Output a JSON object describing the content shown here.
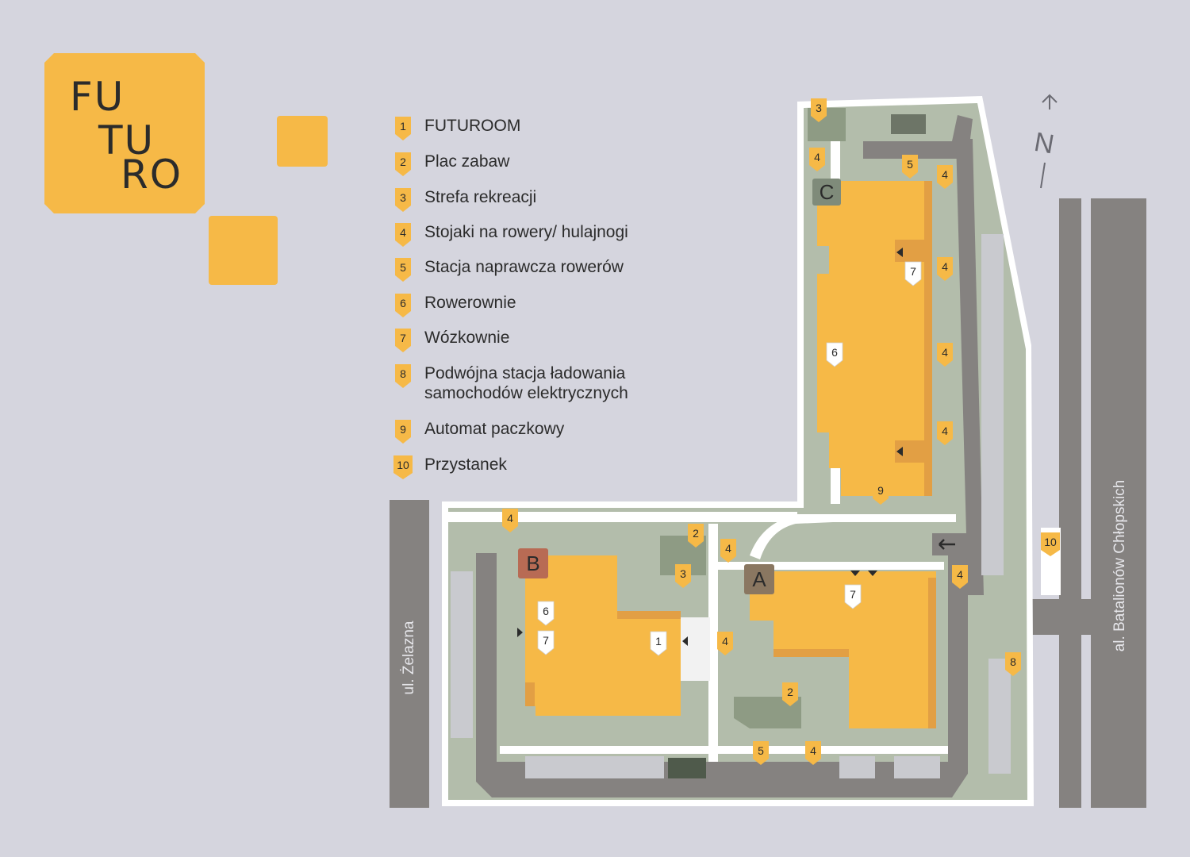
{
  "logo": {
    "lines": [
      "FU",
      "TU",
      "RO"
    ]
  },
  "legend": [
    {
      "num": "1",
      "label": "FUTUROOM"
    },
    {
      "num": "2",
      "label": "Plac zabaw"
    },
    {
      "num": "3",
      "label": "Strefa rekreacji"
    },
    {
      "num": "4",
      "label": "Stojaki na rowery/ hulajnogi"
    },
    {
      "num": "5",
      "label": "Stacja naprawcza rowerów"
    },
    {
      "num": "6",
      "label": "Rowerownie"
    },
    {
      "num": "7",
      "label": "Wózkownie"
    },
    {
      "num": "8",
      "label": "Podwójna stacja ładowania\nsamochodów elektrycznych"
    },
    {
      "num": "9",
      "label": "Automat paczkowy"
    },
    {
      "num": "10",
      "label": "Przystanek"
    }
  ],
  "roads": {
    "left": "ul. Żelazna",
    "right": "al. Batalionów Chłopskich"
  },
  "compass": {
    "letter": "N"
  },
  "buildings": [
    {
      "id": "A",
      "color": "#8a7761"
    },
    {
      "id": "B",
      "color": "#b86b54"
    },
    {
      "id": "C",
      "color": "#7f8b7a"
    }
  ],
  "map_pins": [
    {
      "num": "3",
      "style": "yellow"
    },
    {
      "num": "4",
      "style": "yellow"
    },
    {
      "num": "5",
      "style": "yellow"
    },
    {
      "num": "4",
      "style": "yellow"
    },
    {
      "num": "4",
      "style": "yellow"
    },
    {
      "num": "7",
      "style": "white"
    },
    {
      "num": "6",
      "style": "white"
    },
    {
      "num": "4",
      "style": "yellow"
    },
    {
      "num": "4",
      "style": "yellow"
    },
    {
      "num": "9",
      "style": "yellow"
    },
    {
      "num": "4",
      "style": "yellow"
    },
    {
      "num": "2",
      "style": "yellow"
    },
    {
      "num": "4",
      "style": "yellow"
    },
    {
      "num": "3",
      "style": "yellow"
    },
    {
      "num": "6",
      "style": "white"
    },
    {
      "num": "7",
      "style": "white"
    },
    {
      "num": "1",
      "style": "white"
    },
    {
      "num": "4",
      "style": "yellow"
    },
    {
      "num": "7",
      "style": "white"
    },
    {
      "num": "2",
      "style": "yellow"
    },
    {
      "num": "5",
      "style": "yellow"
    },
    {
      "num": "4",
      "style": "yellow"
    },
    {
      "num": "4",
      "style": "yellow"
    },
    {
      "num": "8",
      "style": "yellow"
    },
    {
      "num": "10",
      "style": "yellow"
    }
  ],
  "colors": {
    "background": "#d5d5de",
    "building": "#f6b947",
    "building_shade": "#e29f44",
    "green": "#b3bdab",
    "dark_green": "#8e9b84",
    "road": "#858280",
    "path": "#ffffff"
  }
}
